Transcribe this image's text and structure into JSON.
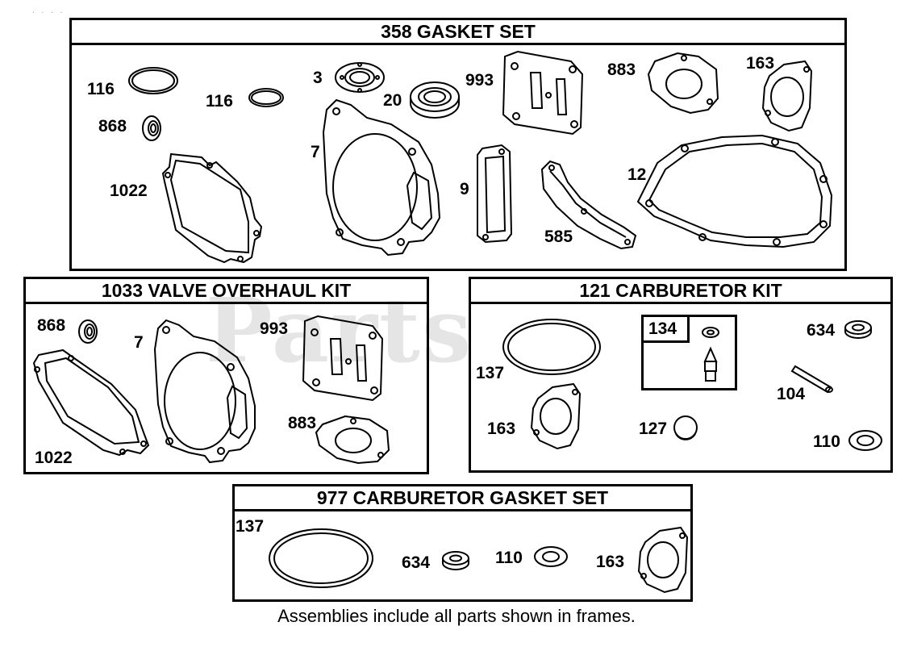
{
  "header_marks": ". . . .",
  "watermark": "PartsTree",
  "frames": {
    "gasket_set": {
      "title": "358 GASKET SET",
      "labels": [
        "116",
        "116",
        "868",
        "1022",
        "3",
        "20",
        "7",
        "993",
        "9",
        "883",
        "163",
        "585",
        "12"
      ]
    },
    "valve_kit": {
      "title": "1033 VALVE OVERHAUL KIT",
      "labels": [
        "868",
        "7",
        "993",
        "883",
        "1022"
      ]
    },
    "carb_kit": {
      "title": "121 CARBURETOR KIT",
      "labels": [
        "137",
        "134",
        "634",
        "104",
        "163",
        "127",
        "110"
      ]
    },
    "carb_gasket_set": {
      "title": "977 CARBURETOR  GASKET SET",
      "labels": [
        "137",
        "634",
        "110",
        "163"
      ]
    }
  },
  "footnote": "Assemblies include all parts shown in frames."
}
